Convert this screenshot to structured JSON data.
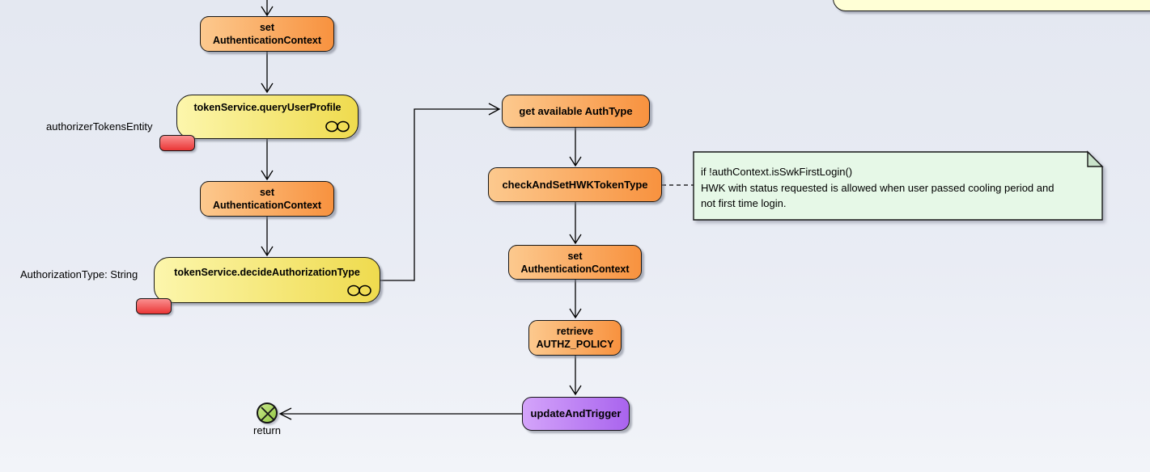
{
  "diagram": {
    "nodes": {
      "set_authentication_context_1": "set\nAuthenticationContext",
      "token_service_query_user_profile": "tokenService.queryUserProfile",
      "set_authentication_context_2": "set\nAuthenticationContext",
      "token_service_decide_authorization_type": "tokenService.decideAuthorizationType",
      "get_available_auth_type": "get available AuthType",
      "check_and_set_hwk_token_type": "checkAndSetHWKTokenType",
      "set_authentication_context_3": "set\nAuthenticationContext",
      "retrieve_authz_policy": "retrieve\nAUTHZ_POLICY",
      "update_and_trigger": "updateAndTrigger"
    },
    "pin_labels": {
      "authorizer_tokens_entity": "authorizerTokensEntity",
      "authorization_type": "AuthorizationType: String"
    },
    "final_node": {
      "label": "return"
    },
    "note": {
      "text": "if !authContext.isSwkFirstLogin()\nHWK with status requested is allowed when user passed cooling period and\nnot first time login."
    },
    "colors": {
      "background_top": "#e4e8f1",
      "background_mid": "#e9ecf4",
      "background_bottom": "#f2f4f9",
      "activity_orange_light": "#fcc98e",
      "activity_orange_dark": "#f8923f",
      "activity_yellow_light": "#fcf6ac",
      "activity_yellow_dark": "#efdb4e",
      "activity_purple_light": "#d4a4fa",
      "activity_purple_dark": "#a964ee",
      "pin_red_light": "#fa9090",
      "pin_red_dark": "#ea3636",
      "note_green_fill": "#e6f8e7",
      "note_fold_fill": "#c9e3ca",
      "partial_note_yellow": "#ffffd6",
      "final_green_light": "#c8e78c",
      "final_green_dark": "#93c843",
      "line_color": "#000000"
    }
  }
}
